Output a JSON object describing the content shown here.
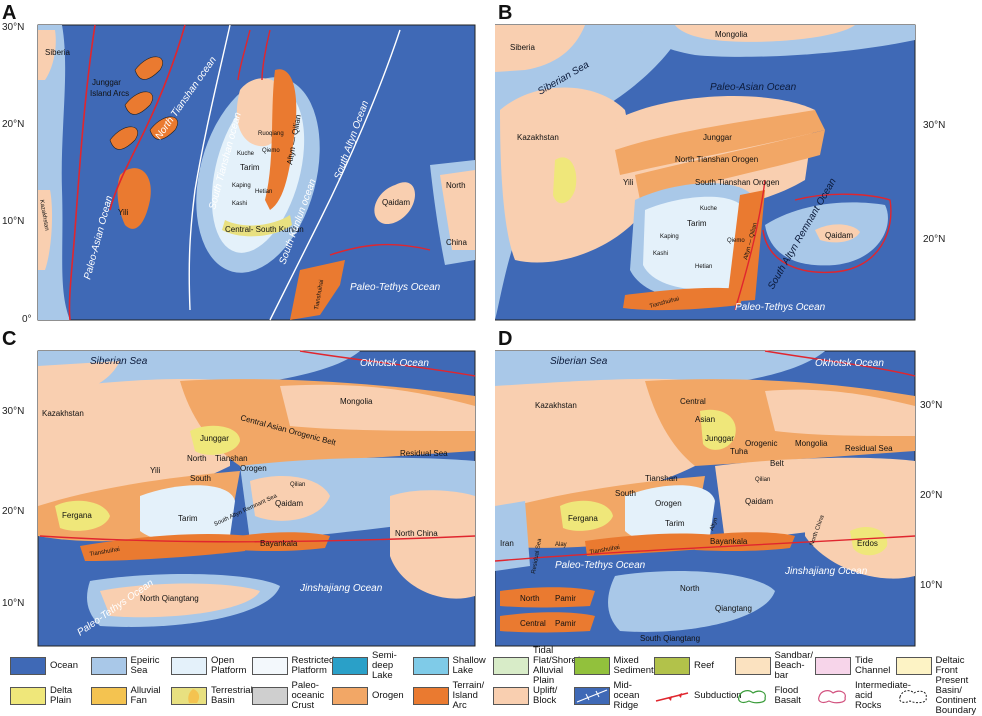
{
  "panels": [
    {
      "letter": "A",
      "lat_labels": [
        "30°N",
        "20°N",
        "10°N",
        "0°"
      ]
    },
    {
      "letter": "B",
      "lat_labels": [
        "30°N",
        "20°N"
      ]
    },
    {
      "letter": "C",
      "lat_labels": [
        "30°N",
        "20°N",
        "10°N"
      ]
    },
    {
      "letter": "D",
      "lat_labels": [
        "30°N",
        "20°N",
        "10°N"
      ]
    }
  ],
  "labelsA": {
    "siberia": "Siberia",
    "kazakhstan": "Kazakhstan",
    "junggar": "Junggar",
    "island_arcs": "Island Arcs",
    "yili": "Yili",
    "north_tianshan_ocean": "North Tianshan ocean",
    "south_tianshan_ocean": "South Tianshan ocean",
    "tarim": "Tarim",
    "kuche": "Kuche",
    "ruoqiang": "Ruoqiang",
    "qiemo": "Qiemo",
    "kaping": "Kaping",
    "hetian": "Hetian",
    "kashi": "Kashi",
    "altyn_qilian": "Altyn — Qilian",
    "central_south_kunlun": "Central- South Kunlun",
    "south_kunlun_ocean": "South Kunlun ocean",
    "south_altyn_ocean": "South Altyn Ocean",
    "qaidam": "Qaidam",
    "north": "North",
    "china": "China",
    "paleo_asian_ocean": "Paleo-Asian Ocean",
    "paleo_tethys_ocean": "Paleo-Tethys Ocean",
    "tianshuihai": "Tianshuihai"
  },
  "labelsB": {
    "siberia": "Siberia",
    "mongolia": "Mongolia",
    "siberian_sea": "Siberian Sea",
    "paleo_asian_ocean": "Paleo-Asian Ocean",
    "kazakhstan": "Kazakhstan",
    "junggar": "Junggar",
    "north_tianshan_orogen": "North Tianshan Orogen",
    "south_tianshan_orogen": "South Tianshan Orogen",
    "yili": "Yili",
    "tarim": "Tarim",
    "kuche": "Kuche",
    "qiemo": "Qiemo",
    "kaping": "Kaping",
    "kashi": "Kashi",
    "hetian": "Hetian",
    "altyn_qilian": "Altyn — Qilian",
    "south_altyn_remnant_ocean": "South Altyn Remnant Ocean",
    "qaidam": "Qaidam",
    "tianshuihai": "Tianshuihai",
    "paleo_tethys_ocean": "Paleo-Tethys Ocean"
  },
  "labelsC": {
    "siberian_sea": "Siberian Sea",
    "okhotsk_ocean": "Okhotsk Ocean",
    "kazakhstan": "Kazakhstan",
    "mongolia": "Mongolia",
    "central_asian_orogenic_belt": "Central Asian Orogenic Belt",
    "junggar": "Junggar",
    "yili": "Yili",
    "north": "North",
    "tianshan": "Tianshan",
    "south": "South",
    "orogen": "Orogen",
    "residual_sea": "Residual Sea",
    "fergana": "Fergana",
    "tarim": "Tarim",
    "qilian": "Qilian",
    "qaidam": "Qaidam",
    "south_altyn_remnant_sea": "South Altyn Remnant Sea",
    "tianshuihai": "Tianshuihai",
    "bayankala": "Bayankala",
    "north_china": "North China",
    "paleo_tethys_ocean": "Paleo-Tethys Ocean",
    "north_qiangtang": "North Qiangtang",
    "jinshajiang_ocean": "Jinshajiang Ocean"
  },
  "labelsD": {
    "siberian_sea": "Siberian Sea",
    "okhotsk_ocean": "Okhotsk Ocean",
    "kazakhstan": "Kazakhstan",
    "central": "Central",
    "asian": "Asian",
    "orogenic": "Orogenic",
    "belt": "Belt",
    "junggar": "Junggar",
    "tuha": "Tuha",
    "mongolia": "Mongolia",
    "residual_sea": "Residual Sea",
    "iran": "Iran",
    "fergana": "Fergana",
    "alay": "Alay",
    "south": "South",
    "tianshan": "Tianshan",
    "orogen": "Orogen",
    "tarim": "Tarim",
    "qilian": "Qilian",
    "altyn": "Altyn",
    "qaidam": "Qaidam",
    "erdos": "Erdos",
    "north_china": "North China",
    "tianshuihai": "Tianshuihai",
    "bayankala": "Bayankala",
    "paleo_tethys_ocean": "Paleo-Tethys Ocean",
    "jinshajiang_ocean": "Jinshajiang Ocean",
    "north": "North",
    "pamir": "Pamir",
    "qiangtang": "Qiangtang",
    "south_qiangtang": "South Qiangtang",
    "residual_sea_v": "Residual Sea"
  },
  "colors": {
    "ocean": "#3f69b6",
    "epeiric": "#a9c8e8",
    "open_platform": "#e4f1fa",
    "restricted": "#f3f8fc",
    "semi_deep": "#2aa0c8",
    "shallow_lake": "#7fcbe8",
    "tidal": "#d8ecc8",
    "mixed": "#92c13c",
    "reef": "#b2c24a",
    "sandbar": "#fbe2c0",
    "tide_channel": "#f7d5ea",
    "deltaic": "#fdf3c5",
    "delta": "#efe77a",
    "alluvial": "#f4c350",
    "terrestrial": "#e8e080",
    "paleo_crust": "#cfcfcf",
    "orogen": "#f2a766",
    "terrain": "#ea7a30",
    "uplift": "#f9cfb0",
    "subduction": "#e0262e"
  },
  "legend": [
    {
      "label": "Ocean",
      "key": "ocean"
    },
    {
      "label": "Epeiric Sea",
      "key": "epeiric"
    },
    {
      "label": "Open Platform",
      "key": "open_platform"
    },
    {
      "label": "Restricted Platform",
      "key": "restricted"
    },
    {
      "label": "Semi-deep Lake",
      "key": "semi_deep"
    },
    {
      "label": "Shallow Lake",
      "key": "shallow_lake"
    },
    {
      "label": "Tidal Flat/Shore/ Alluvial Plain",
      "key": "tidal"
    },
    {
      "label": "Mixed Sedimentation",
      "key": "mixed"
    },
    {
      "label": "Reef",
      "key": "reef"
    },
    {
      "label": "Sandbar/ Beach-bar",
      "key": "sandbar"
    },
    {
      "label": "Tide Channel",
      "key": "tide_channel"
    },
    {
      "label": "Deltaic Front",
      "key": "deltaic"
    },
    {
      "label": "Delta Plain",
      "key": "delta"
    },
    {
      "label": "Alluvial Fan",
      "key": "alluvial"
    },
    {
      "label": "Terrestrial Basin",
      "key": "terrestrial"
    },
    {
      "label": "Paleo-oceanic Crust",
      "key": "paleo_crust"
    },
    {
      "label": "Orogen",
      "key": "orogen"
    },
    {
      "label": "Terrain/ Island Arc",
      "key": "terrain"
    },
    {
      "label": "Uplift/ Block",
      "key": "uplift"
    },
    {
      "label": "Mid-ocean Ridge",
      "key": "ridge"
    },
    {
      "label": "Subduction",
      "key": "subduction"
    },
    {
      "label": "Flood Basalt",
      "key": "flood"
    },
    {
      "label": "Intermediate-acid Rocks",
      "key": "intermediate"
    },
    {
      "label": "Present Basin/ Continent Boundary",
      "key": "boundary"
    }
  ]
}
